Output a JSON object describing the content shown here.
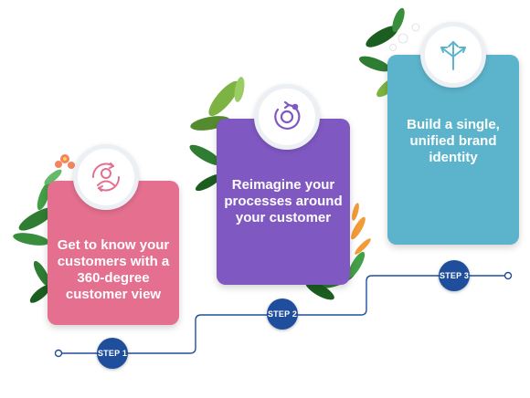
{
  "steps": [
    {
      "badge": "STEP 1",
      "text": "Get to know your customers with a 360-degree customer view",
      "color": "#e46f8f",
      "icon": "customer-cycle-icon"
    },
    {
      "badge": "STEP 2",
      "text": "Reimagine your processes around your customer",
      "color": "#7f58c2",
      "icon": "process-cycle-icon"
    },
    {
      "badge": "STEP 3",
      "text": "Build a single, unified brand identity",
      "color": "#5bb4cc",
      "icon": "arrows-out-icon"
    }
  ],
  "colors": {
    "connector": "#1f4f9c",
    "badge": "#1f4f9c",
    "leaf": "#2e7d32",
    "leaf_light": "#7cb342",
    "flower": "#f4845f"
  }
}
